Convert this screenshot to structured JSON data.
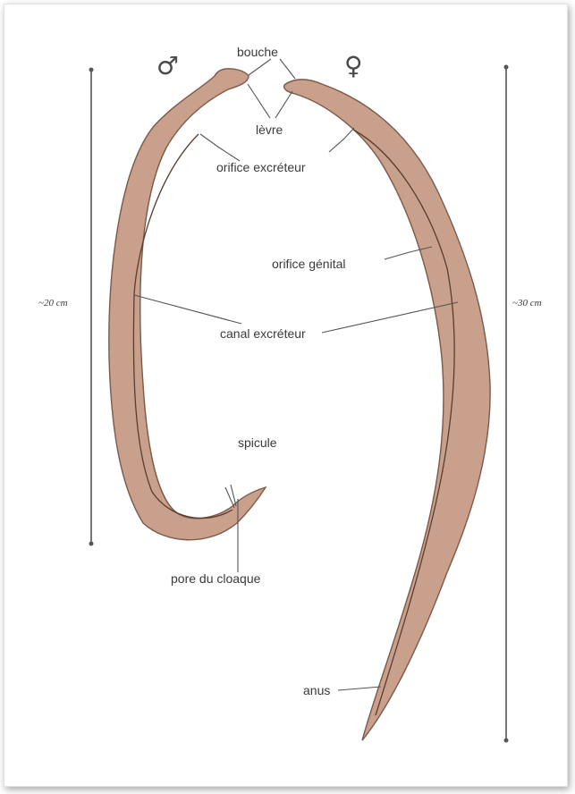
{
  "labels": {
    "bouche": "bouche",
    "levre": "lèvre",
    "orifice_excreteur": "orifice excréteur",
    "orifice_genital": "orifice génital",
    "canal_excreteur": "canal excréteur",
    "spicule": "spicule",
    "pore_du_cloaque": "pore du cloaque",
    "anus": "anus"
  },
  "symbols": {
    "male": "♂",
    "female": "♀"
  },
  "scale": {
    "male_length": "~20 cm",
    "female_length": "~30 cm"
  },
  "colors": {
    "body": "#c9a08b",
    "outline": "#7a5a4a",
    "canal": "#5a3c30",
    "text": "#3a3a3a"
  }
}
